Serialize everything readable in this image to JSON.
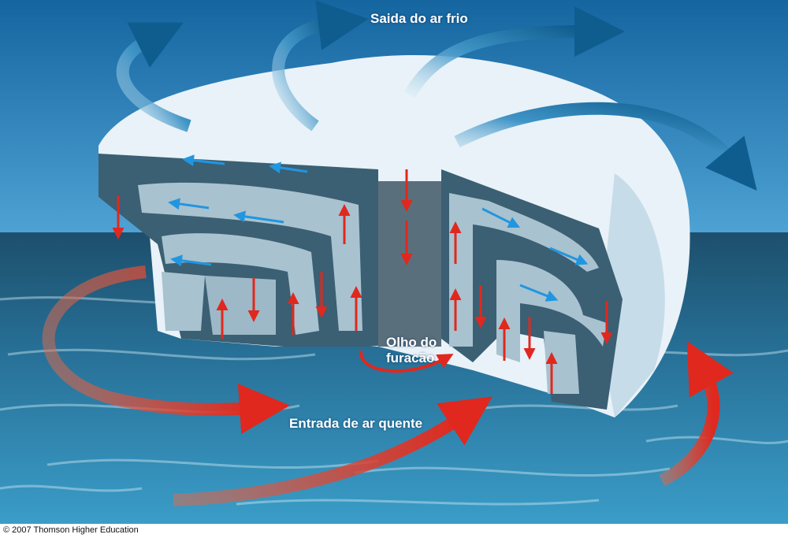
{
  "labels": {
    "outflow": "Saida do ar frio",
    "eye_line1": "Olho do",
    "eye_line2": "furacão",
    "inflow": "Entrada de ar quente"
  },
  "credit": "© 2007 Thomson Higher Education",
  "colors": {
    "sky_top": "#1565a0",
    "sky_bottom": "#4fa3d4",
    "ocean_far": "#1d4f6c",
    "ocean_near": "#2f90bc",
    "cut_dark": "#3b5f73",
    "cloud": "#e8f2f8",
    "warm_arrow": "#e0281e",
    "cold_arrow": "#1b6fa3",
    "small_blue": "#2196e0"
  }
}
